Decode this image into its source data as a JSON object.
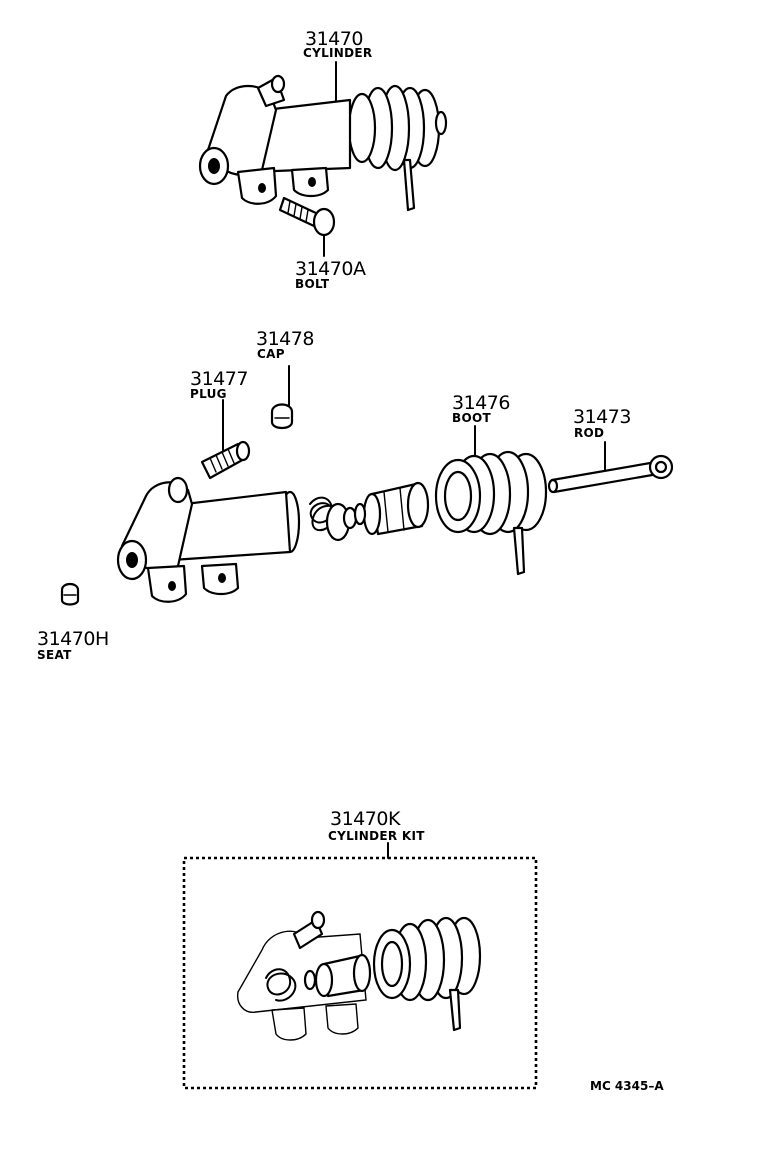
{
  "parts": [
    {
      "id": "cylinder",
      "number": "31470",
      "name": "CYLINDER"
    },
    {
      "id": "bolt",
      "number": "31470A",
      "name": "BOLT"
    },
    {
      "id": "cap",
      "number": "31478",
      "name": "CAP"
    },
    {
      "id": "plug",
      "number": "31477",
      "name": "PLUG"
    },
    {
      "id": "boot",
      "number": "31476",
      "name": "BOOT"
    },
    {
      "id": "rod",
      "number": "31473",
      "name": "ROD"
    },
    {
      "id": "seat",
      "number": "31470H",
      "name": "SEAT"
    },
    {
      "id": "kit",
      "number": "31470K",
      "name": "CYLINDER KIT"
    }
  ],
  "diagram_code": "MC 4345–A",
  "icons": [
    "cylinder-assembly-icon",
    "bolt-icon",
    "cap-icon",
    "plug-icon",
    "cylinder-body-icon",
    "spring-icon",
    "piston-icon",
    "boot-icon",
    "rod-icon",
    "seat-icon",
    "cylinder-kit-icon"
  ]
}
